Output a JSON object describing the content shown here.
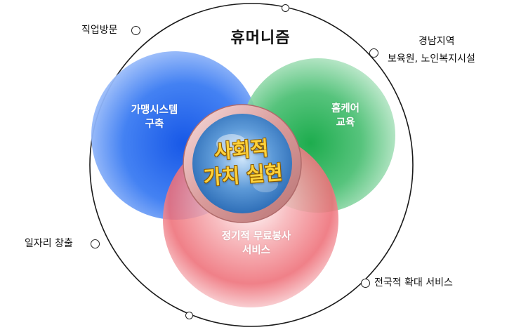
{
  "title": "휴머니즘",
  "circles": {
    "left": {
      "line1": "가맹시스템",
      "line2": "구축",
      "color": "#1f5fe8"
    },
    "right": {
      "line1": "홈케어",
      "line2": "교육",
      "color": "#11a34a"
    },
    "bottom": {
      "line1": "정기적 무료봉사",
      "line2": "서비스",
      "color": "#ef6e78"
    }
  },
  "core": {
    "line1": "사회적",
    "line2": "가치 실현",
    "text_color": "#ffd23a"
  },
  "outer_labels": {
    "visit": "직업방문",
    "region_line1": "경남지역",
    "region_line2": "보육원, 노인복지시설",
    "jobs": "일자리 창출",
    "national": "전국적 확대 서비스"
  }
}
